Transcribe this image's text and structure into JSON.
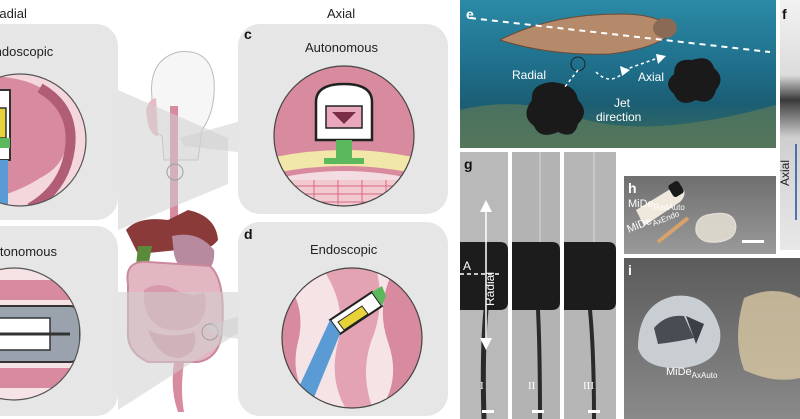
{
  "headers": {
    "radial": "Radial",
    "axial": "Axial"
  },
  "panels": {
    "a": {
      "label": "",
      "title": "Endoscopic"
    },
    "b": {
      "label": "",
      "title": "Autonomous"
    },
    "c": {
      "label": "c",
      "title": "Autonomous"
    },
    "d": {
      "label": "d",
      "title": "Endoscopic"
    },
    "e": {
      "label": "e",
      "radial": "Radial",
      "axial": "Axial",
      "jet_line1": "Jet",
      "jet_line2": "direction"
    },
    "f": {
      "label": "f",
      "axial": "Axial"
    },
    "g": {
      "label": "g",
      "marker": "A",
      "radial": "Radial",
      "frames": [
        "I",
        "II",
        "III"
      ]
    },
    "h": {
      "label": "h",
      "device1_base": "MiDe",
      "device1_sub": "RadAuto",
      "device2_base": "MiDe",
      "device2_sub": "AxEndo"
    },
    "i": {
      "label": "i",
      "device_base": "MiDe",
      "device_sub": "AxAuto"
    }
  },
  "colors": {
    "panel_bg": "#e6e6e6",
    "tissue": "#d88a9f",
    "tissue_dark": "#b25d76",
    "ocean": "#1f6f8b",
    "device_yellow": "#e8d23a",
    "device_green": "#5cb85c",
    "device_blue": "#5b9bd5"
  }
}
